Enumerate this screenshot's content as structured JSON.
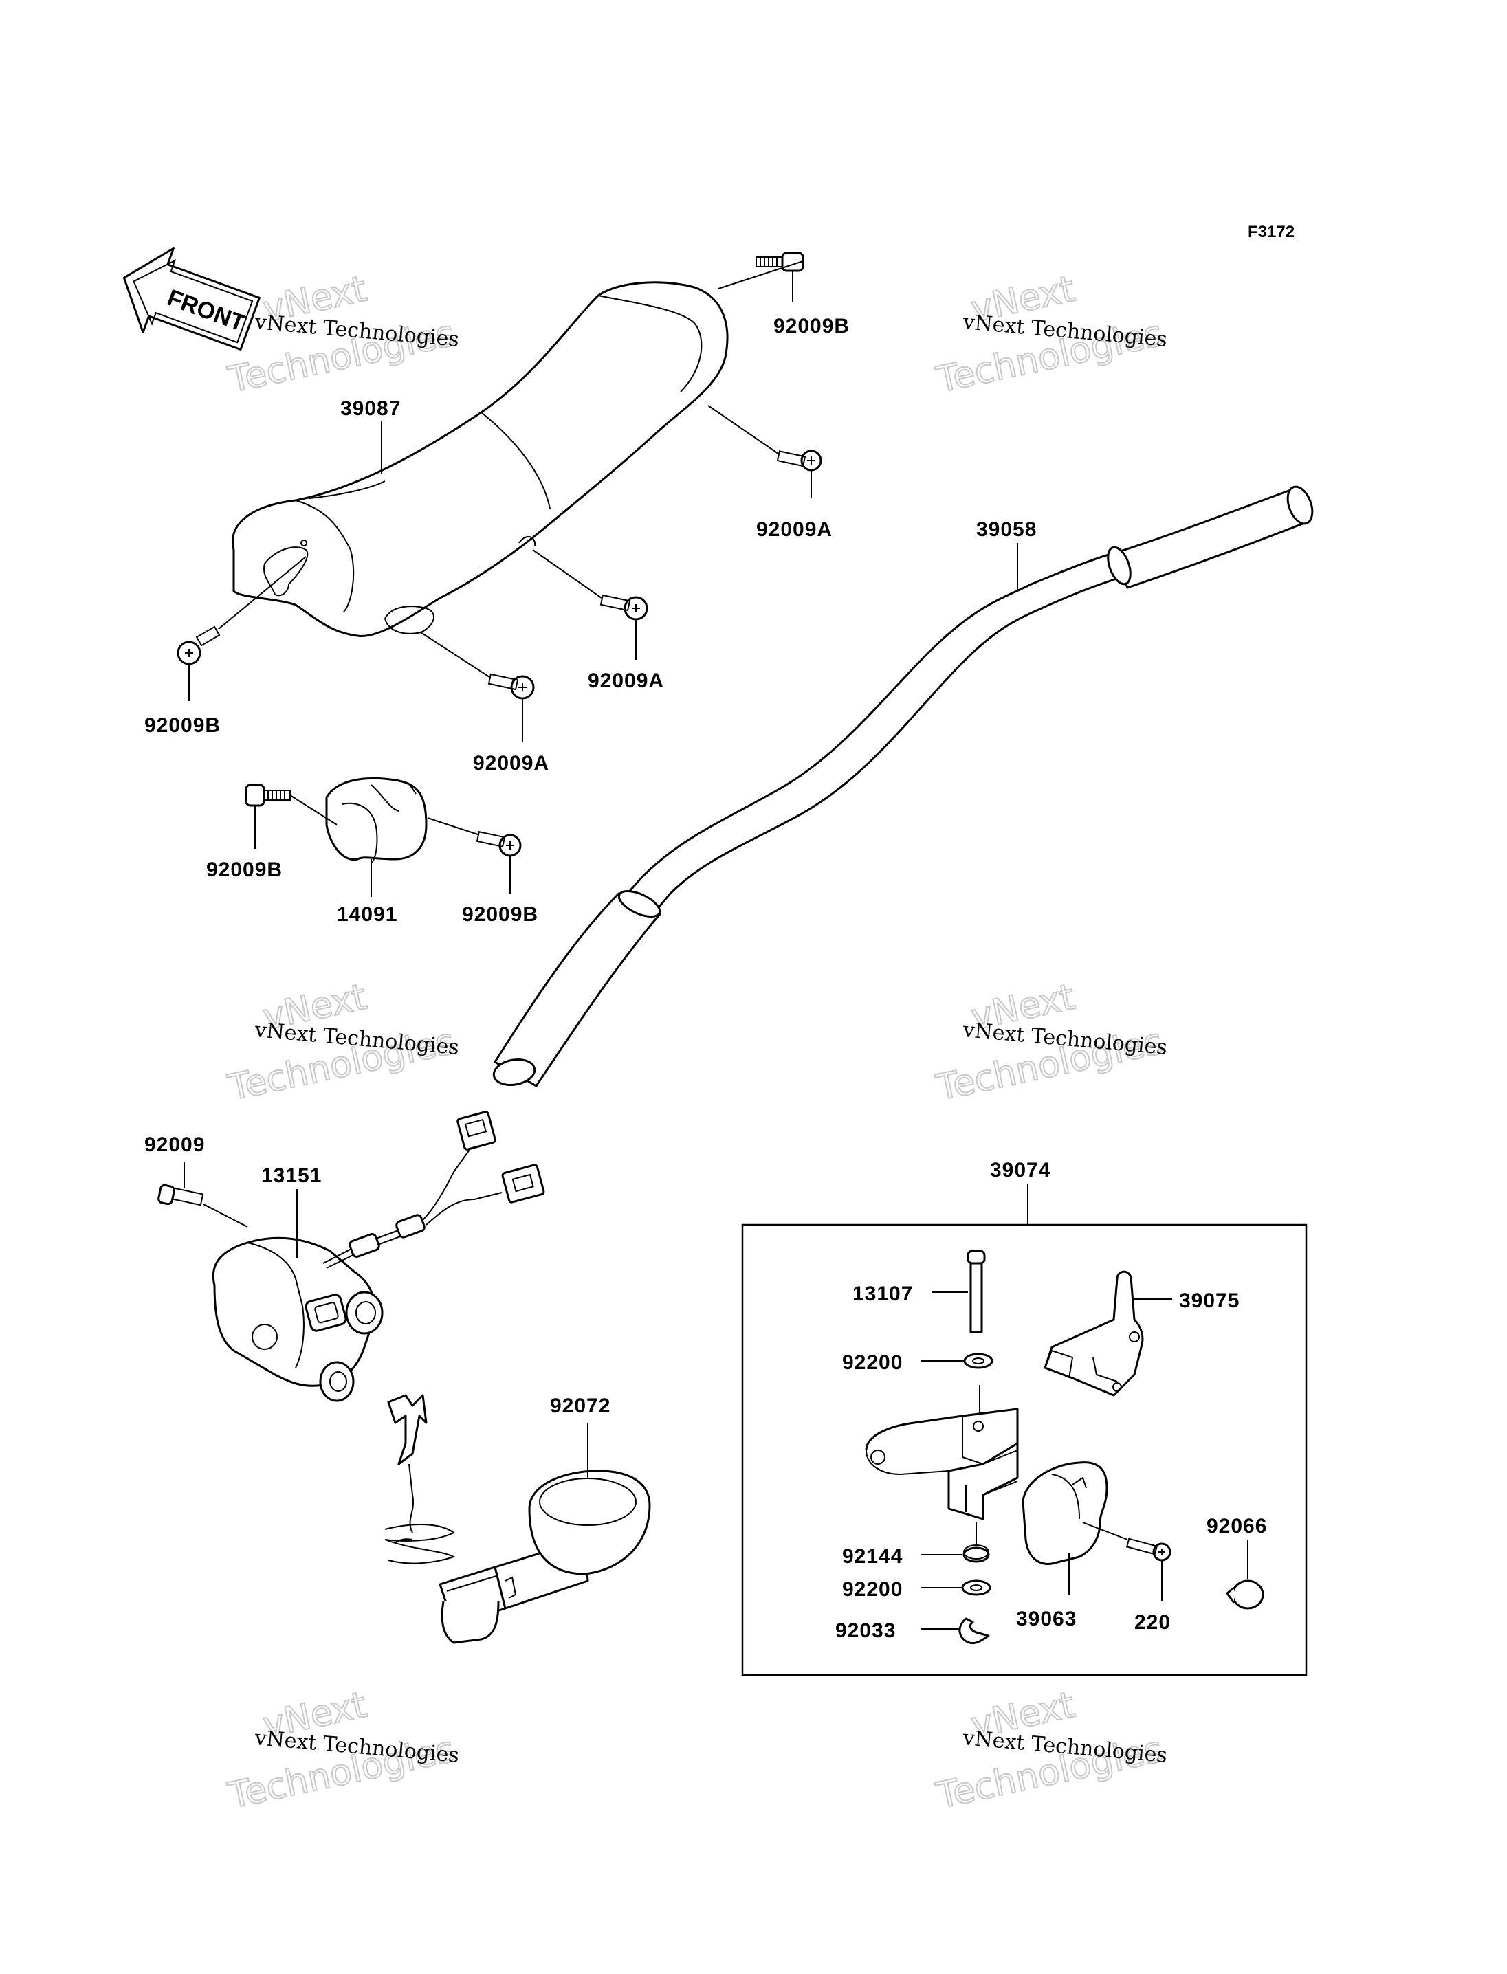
{
  "figure_code": "F3172",
  "front_marker": "FRONT",
  "watermark": {
    "line1": "vNext",
    "line2": "vNext Technologies",
    "line3": "Technologies"
  },
  "labels": {
    "p39087": "39087",
    "p92009b_top": "92009B",
    "p92009a_upper": "92009A",
    "p92009b_left": "92009B",
    "p92009a_mid": "92009A",
    "p92009a_low": "92009A",
    "p39058": "39058",
    "p92009b_cov_l": "92009B",
    "p92009b_cov_r": "92009B",
    "p14091": "14091",
    "p92009": "92009",
    "p13151": "13151",
    "p92072": "92072",
    "p39074": "39074",
    "p13107": "13107",
    "p39075": "39075",
    "p92200_a": "92200",
    "p92144": "92144",
    "p92200_b": "92200",
    "p92033": "92033",
    "p39063": "39063",
    "p220": "220",
    "p92066": "92066"
  }
}
